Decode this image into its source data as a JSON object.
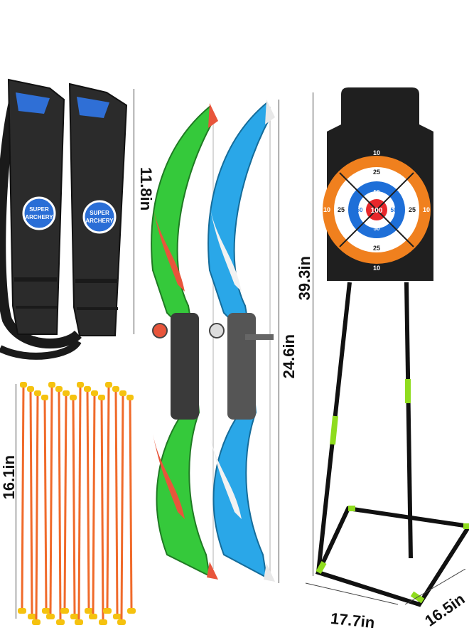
{
  "quiver": {
    "badge_line1": "SUPER",
    "badge_line2": "ARCHERY"
  },
  "dimensions": {
    "quiver_height": "11.8in",
    "arrow_length": "16.1in",
    "bow_length": "24.6in",
    "target_height": "39.3in",
    "target_width": "17.7in",
    "target_depth": "16.5in"
  },
  "target_scores": {
    "outer": "10",
    "middle": "25",
    "inner": "50",
    "center": "100"
  },
  "colors": {
    "bow_green": "#35c93b",
    "bow_blue": "#2aa7e8",
    "bow_red": "#e8553b",
    "target_orange": "#f0801e",
    "target_blue": "#1e6fd8",
    "arrow_orange": "#f06a2a",
    "arrow_tip_yellow": "#f5c20f",
    "stand_green": "#8fdc1e"
  }
}
